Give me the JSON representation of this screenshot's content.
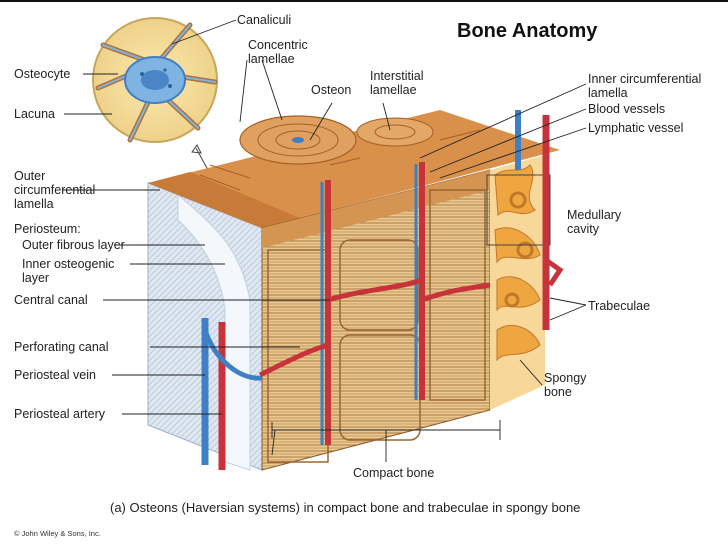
{
  "title": "Bone Anatomy",
  "caption": "(a) Osteons (Haversian systems) in compact bone and trabeculae in spongy bone",
  "copyright": "© John Wiley & Sons, Inc.",
  "labels": {
    "canaliculi": "Canaliculi",
    "osteocyte": "Osteocyte",
    "lacuna": "Lacuna",
    "concentric_lamellae": "Concentric\nlamellae",
    "osteon": "Osteon",
    "interstitial_lamellae": "Interstitial\nlamellae",
    "inner_circumferential_lamella": "Inner circumferential\nlamella",
    "blood_vessels": "Blood vessels",
    "lymphatic_vessel": "Lymphatic vessel",
    "outer_circumferential_lamella": "Outer\ncircumferential\nlamella",
    "periosteum": "Periosteum:",
    "outer_fibrous_layer": "Outer fibrous layer",
    "inner_osteogenic_layer": "Inner osteogenic\nlayer",
    "medullary_cavity": "Medullary\ncavity",
    "central_canal": "Central canal",
    "trabeculae": "Trabeculae",
    "perforating_canal": "Perforating canal",
    "periosteal_vein": "Periosteal vein",
    "spongy_bone": "Spongy\nbone",
    "periosteal_artery": "Periosteal artery",
    "compact_bone": "Compact bone"
  },
  "colors": {
    "bone_base": "#e8c78a",
    "lamella_line": "#8a5a2a",
    "artery": "#c8323a",
    "vein": "#3f7fc4",
    "periosteum": "#d9e4ef",
    "spongy": "#f0a640",
    "cell": "#5a9fd8"
  }
}
